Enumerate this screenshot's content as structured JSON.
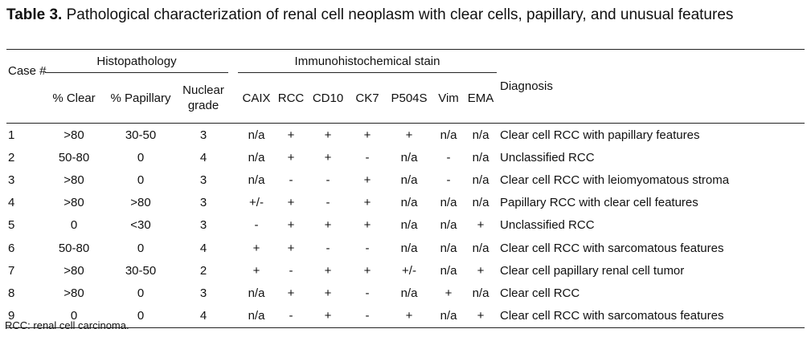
{
  "table_label": "Table 3.",
  "title": "Pathological characterization of renal cell neoplasm with clear cells, papillary, and unusual features",
  "headers": {
    "group_histopathology": "Histopathology",
    "group_ihc": "Immunohistochemical stain",
    "case": "Case #",
    "clear": "% Clear",
    "papillary": "% Papillary",
    "grade": "Nuclear grade",
    "caix": "CAIX",
    "rcc": "RCC",
    "cd10": "CD10",
    "ck7": "CK7",
    "p504s": "P504S",
    "vim": "Vim",
    "ema": "EMA",
    "diagnosis": "Diagnosis"
  },
  "rows": [
    [
      "1",
      ">80",
      "30-50",
      "3",
      "n/a",
      "+",
      "+",
      "+",
      "+",
      "n/a",
      "n/a",
      "Clear cell RCC with papillary features"
    ],
    [
      "2",
      "50-80",
      "0",
      "4",
      "n/a",
      "+",
      "+",
      "-",
      "n/a",
      "-",
      "n/a",
      "Unclassified RCC"
    ],
    [
      "3",
      ">80",
      "0",
      "3",
      "n/a",
      "-",
      "-",
      "+",
      "n/a",
      "-",
      "n/a",
      "Clear cell RCC with leiomyomatous stroma"
    ],
    [
      "4",
      ">80",
      ">80",
      "3",
      "+/-",
      "+",
      "-",
      "+",
      "n/a",
      "n/a",
      "n/a",
      "Papillary RCC with clear cell features"
    ],
    [
      "5",
      "0",
      "<30",
      "3",
      "-",
      "+",
      "+",
      "+",
      "n/a",
      "n/a",
      "+",
      "Unclassified RCC"
    ],
    [
      "6",
      "50-80",
      "0",
      "4",
      "+",
      "+",
      "-",
      "-",
      "n/a",
      "n/a",
      "n/a",
      "Clear cell RCC with sarcomatous features"
    ],
    [
      "7",
      ">80",
      "30-50",
      "2",
      "+",
      "-",
      "+",
      "+",
      "+/-",
      "n/a",
      "+",
      "Clear cell papillary renal cell tumor"
    ],
    [
      "8",
      ">80",
      "0",
      "3",
      "n/a",
      "+",
      "+",
      "-",
      "n/a",
      "+",
      "n/a",
      "Clear cell RCC"
    ],
    [
      "9",
      "0",
      "0",
      "4",
      "n/a",
      "-",
      "+",
      "-",
      "+",
      "n/a",
      "+",
      "Clear cell RCC with sarcomatous features"
    ]
  ],
  "footnote": "RCC: renal cell carcinoma."
}
